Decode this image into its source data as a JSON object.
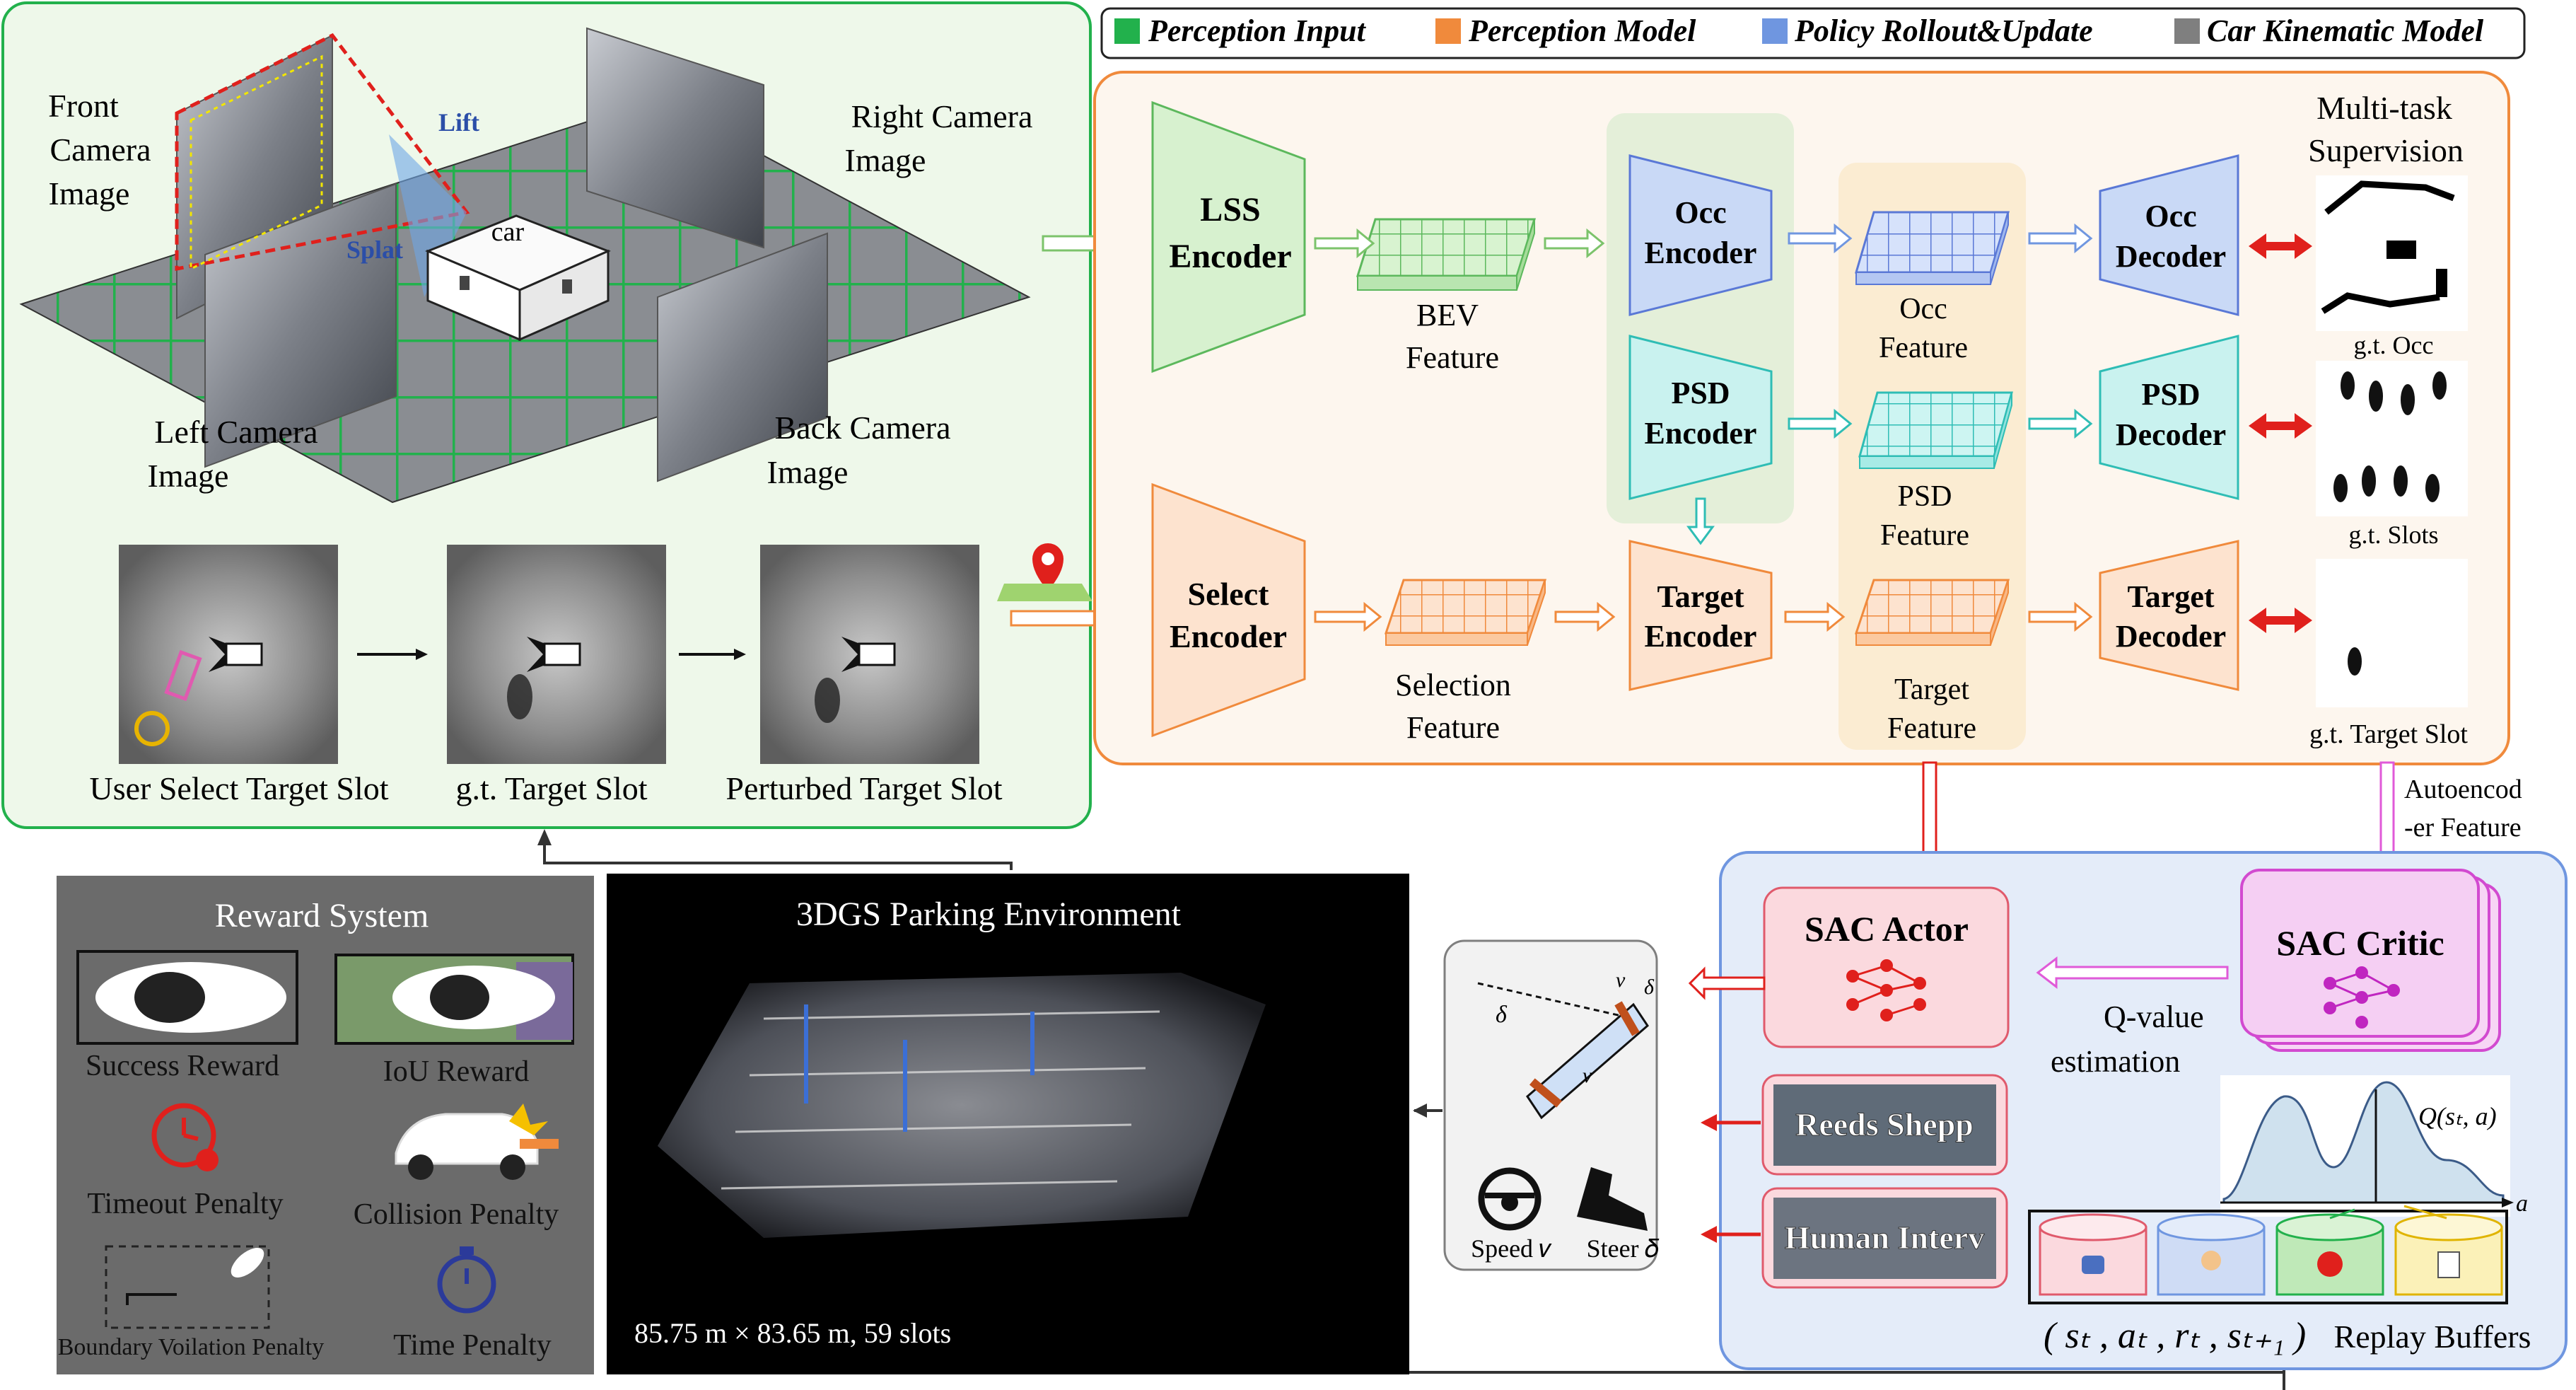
{
  "legend": {
    "items": [
      {
        "label": "Perception Input",
        "color": "#22b14c"
      },
      {
        "label": "Perception Model",
        "color": "#f08a3c"
      },
      {
        "label": "Policy Rollout&Update",
        "color": "#6f96e0"
      },
      {
        "label": "Car Kinematic Model",
        "color": "#7f7f7f"
      }
    ]
  },
  "input_panel": {
    "front_camera": [
      "Front",
      "Camera",
      "Image"
    ],
    "right_camera": [
      "Right Camera",
      "Image"
    ],
    "left_camera": [
      "Left Camera",
      "Image"
    ],
    "back_camera": [
      "Back Camera",
      "Image"
    ],
    "car": "car",
    "lift": "Lift",
    "splat": "Splat",
    "user_select": "User Select Target Slot",
    "gt_target": "g.t. Target Slot",
    "perturbed_target": "Perturbed Target Slot"
  },
  "perception": {
    "lss_encoder": [
      "LSS",
      "Encoder"
    ],
    "bev_feature": [
      "BEV",
      "Feature"
    ],
    "occ_encoder": [
      "Occ",
      "Encoder"
    ],
    "psd_encoder": [
      "PSD",
      "Encoder"
    ],
    "occ_feature": [
      "Occ",
      "Feature"
    ],
    "psd_feature": [
      "PSD",
      "Feature"
    ],
    "occ_decoder": [
      "Occ",
      "Decoder"
    ],
    "psd_decoder": [
      "PSD",
      "Decoder"
    ],
    "multitask": [
      "Multi-task",
      "Supervision"
    ],
    "gt_occ": "g.t. Occ",
    "gt_slots": "g.t. Slots",
    "select_encoder": [
      "Select",
      "Encoder"
    ],
    "selection_feature": [
      "Selection",
      "Feature"
    ],
    "target_encoder": [
      "Target",
      "Encoder"
    ],
    "target_feature": [
      "Target",
      "Feature"
    ],
    "target_decoder": [
      "Target",
      "Decoder"
    ],
    "gt_target_slot": "g.t. Target Slot",
    "autoencoder_feature": [
      "Autoencod",
      "-er Feature"
    ]
  },
  "reward": {
    "title": "Reward System",
    "success": "Success Reward",
    "iou": "IoU Reward",
    "timeout": "Timeout Penalty",
    "collision": "Collision Penalty",
    "boundary": "Boundary Voilation Penalty",
    "time": "Time Penalty"
  },
  "environment": {
    "title": "3DGS Parking Environment",
    "caption": "85.75 m × 83.65 m, 59 slots"
  },
  "kinematic": {
    "delta": "δ",
    "v": "v",
    "speed": "Speed 𝑣",
    "steer": "Steer 𝛿"
  },
  "policy": {
    "sac_actor": "SAC Actor",
    "sac_critic": "SAC Critic",
    "reeds_shepp": "Reeds Shepp",
    "human_interv": "Human Interv",
    "q_value": [
      "Q-value",
      "estimation"
    ],
    "q_label": "Q(sₜ, a)",
    "a_label": "a",
    "tuple": "( sₜ , aₜ , rₜ , sₜ₊₁ )",
    "replay": "Replay Buffers"
  }
}
